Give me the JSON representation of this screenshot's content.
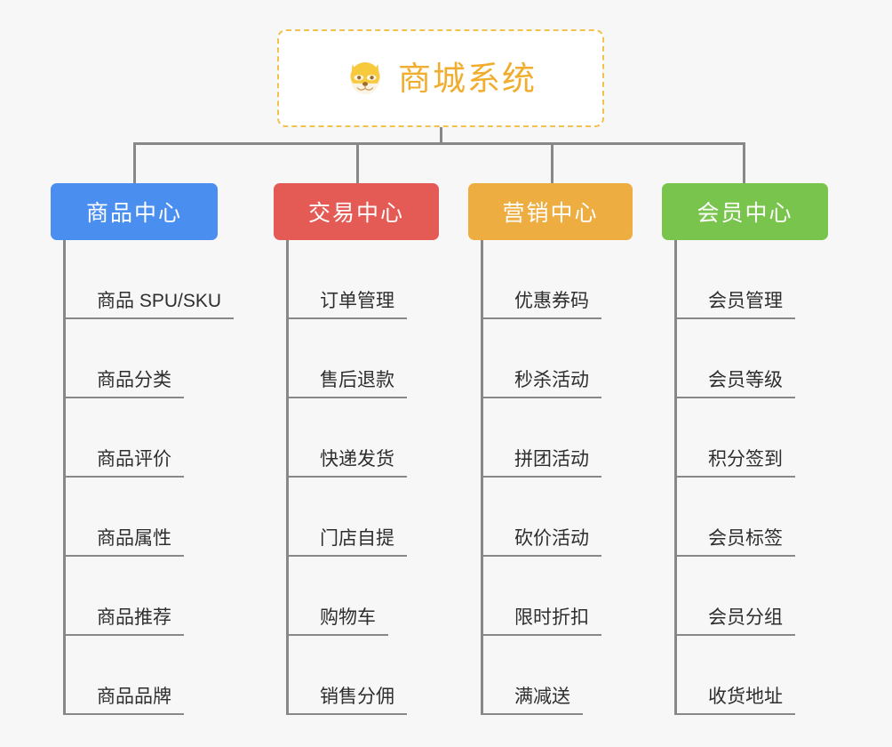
{
  "diagram": {
    "type": "mindmap-tree",
    "background_color": "#f7f7f7",
    "connector_color": "#888888",
    "root": {
      "title": "商城系统",
      "icon": "shiba-dog-face-icon",
      "text_color": "#f0ad2e",
      "border_color": "#f2c14e",
      "border_style": "dashed",
      "background_color": "#ffffff"
    },
    "branches": [
      {
        "label": "商品中心",
        "color": "#4a8ef0",
        "items": [
          "商品 SPU/SKU",
          "商品分类",
          "商品评价",
          "商品属性",
          "商品推荐",
          "商品品牌"
        ]
      },
      {
        "label": "交易中心",
        "color": "#e45b56",
        "items": [
          "订单管理",
          "售后退款",
          "快递发货",
          "门店自提",
          "购物车",
          "销售分佣"
        ]
      },
      {
        "label": "营销中心",
        "color": "#eead41",
        "items": [
          "优惠券码",
          "秒杀活动",
          "拼团活动",
          "砍价活动",
          "限时折扣",
          "满减送"
        ]
      },
      {
        "label": "会员中心",
        "color": "#79c councillor"
      }
    ]
  }
}
